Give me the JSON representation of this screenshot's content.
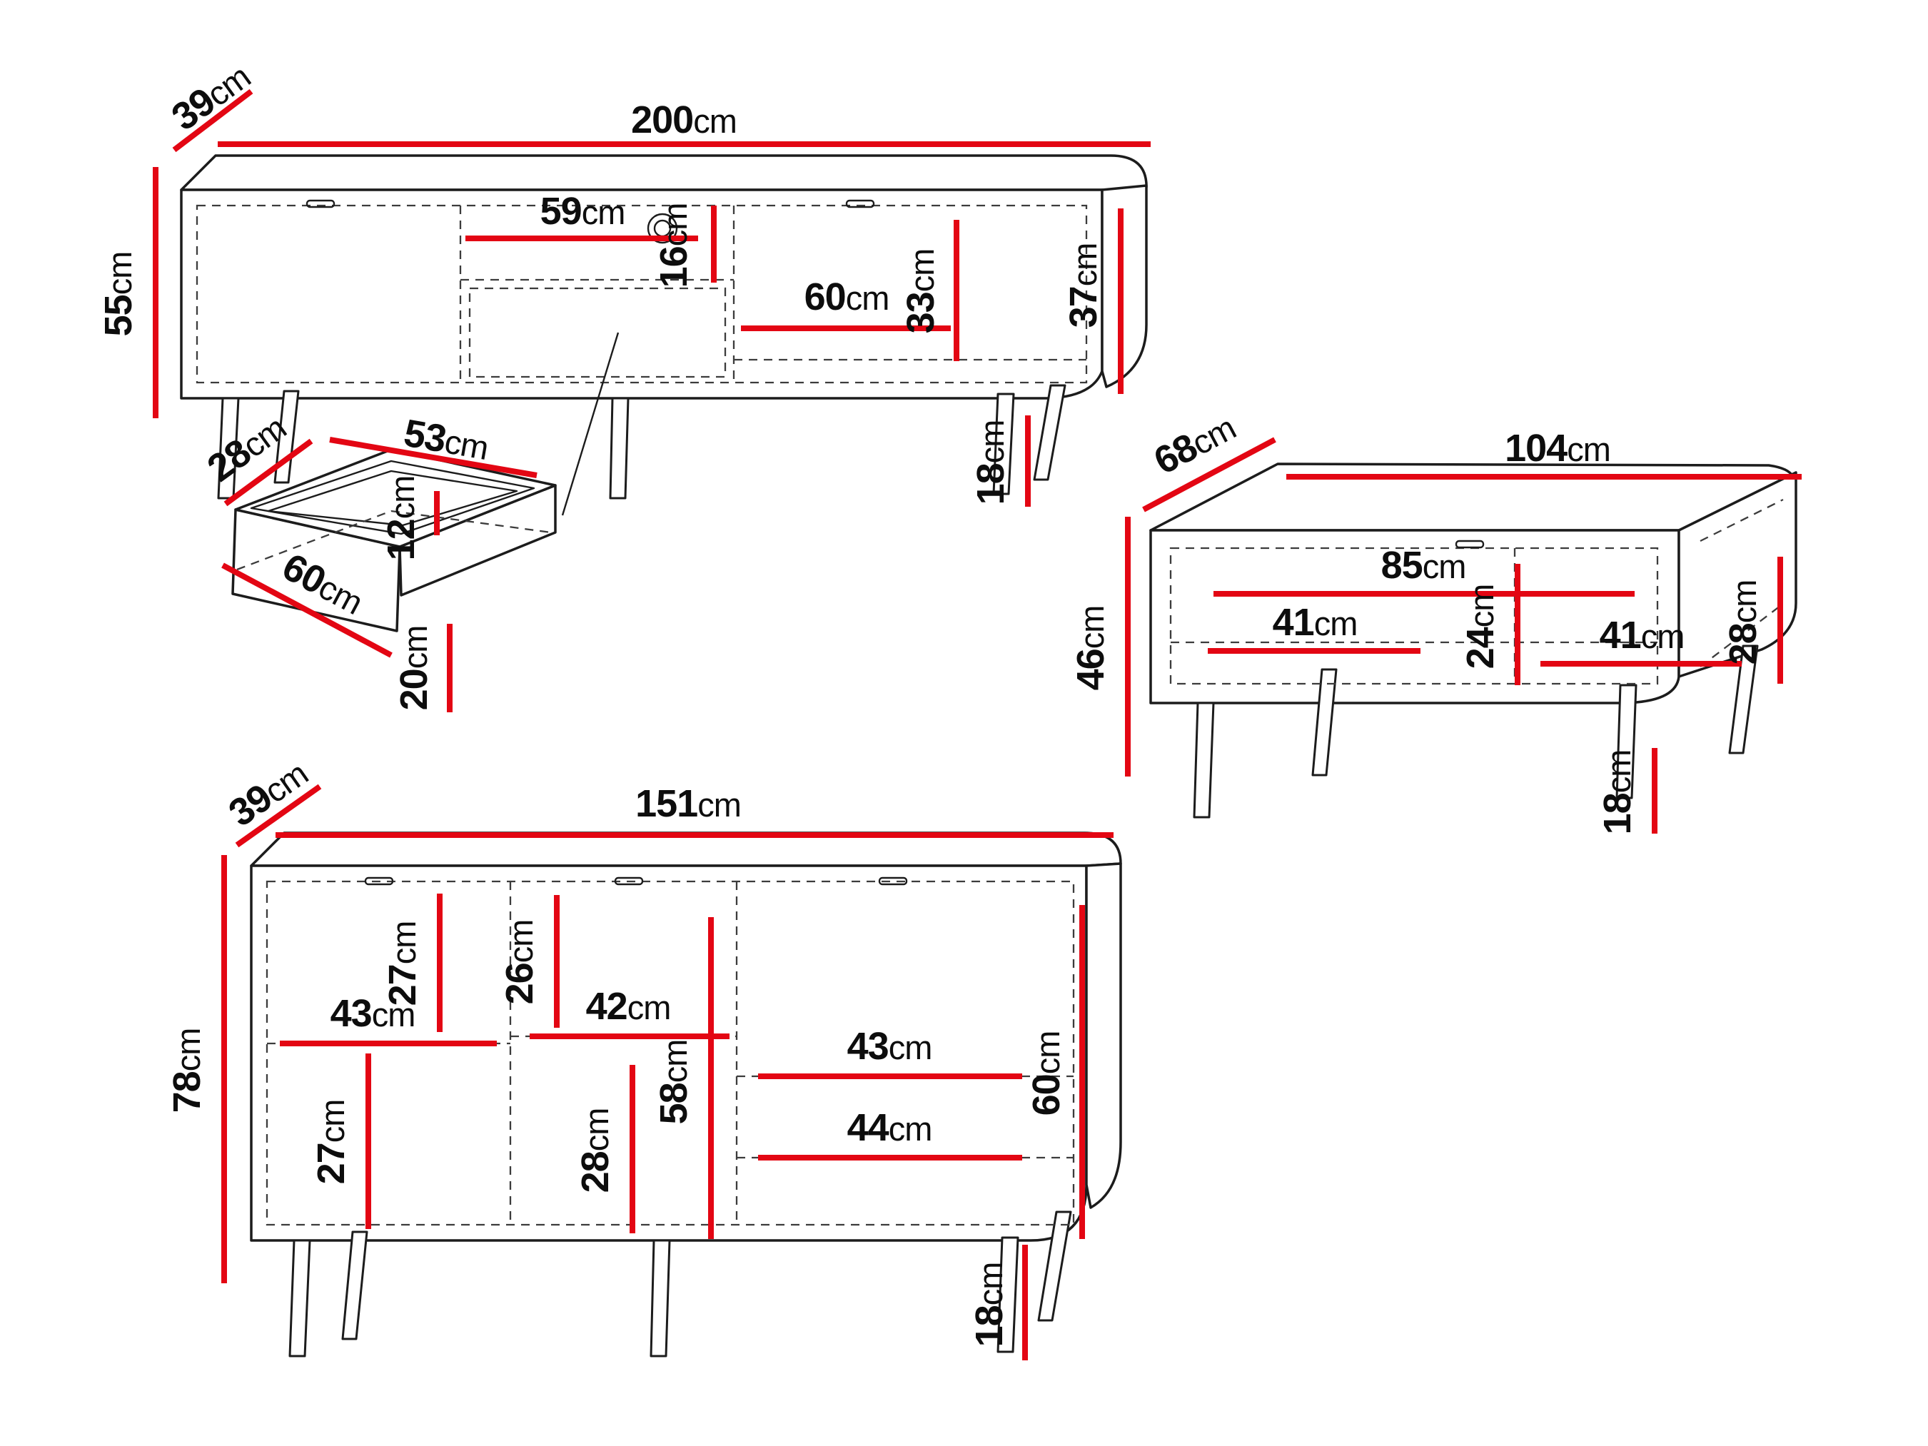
{
  "unit": "cm",
  "accent_color": "#e30613",
  "tv_stand": {
    "depth": "39",
    "width": "200",
    "height": "55",
    "niche_width": "59",
    "niche_height": "16",
    "right_compartment_width": "60",
    "right_compartment_height": "33",
    "side_height": "37",
    "leg_height": "18"
  },
  "drawer": {
    "depth": "28",
    "width": "53",
    "side_height": "12",
    "front_width": "60",
    "front_height": "20"
  },
  "coffee_table": {
    "depth": "68",
    "width": "104",
    "height": "46",
    "shelf_width": "85",
    "left_compartment_width": "41",
    "compartment_height": "24",
    "right_compartment_width": "41",
    "side_height": "28",
    "leg_height": "18"
  },
  "sideboard": {
    "depth": "39",
    "width": "151",
    "height": "78",
    "upper_left_height": "27",
    "upper_middle_height": "26",
    "left_shelf_width": "43",
    "middle_shelf_width": "42",
    "right_shelf_width": "43",
    "lower_left_height": "27",
    "lower_middle_height": "28",
    "middle_inner_height": "58",
    "right_lower_shelf_width": "44",
    "side_height": "60",
    "leg_height": "18"
  }
}
